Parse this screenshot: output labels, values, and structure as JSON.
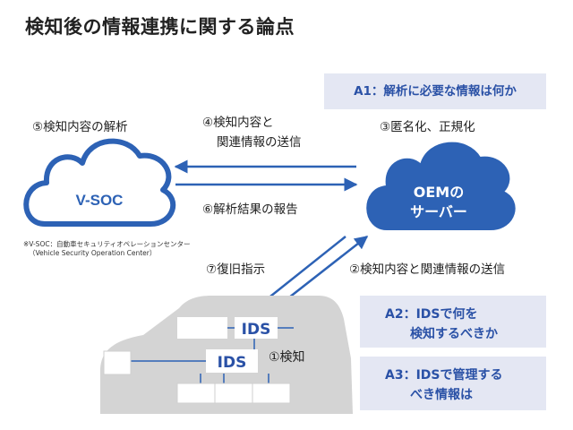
{
  "title": "検知後の情報連携に関する論点",
  "questions": {
    "a1": "A1：解析に必要な情報は何か",
    "a2": [
      "A2：IDSで何を",
      "検知するべきか"
    ],
    "a3": [
      "A3：IDSで管理する",
      "べき情報は"
    ]
  },
  "clouds": {
    "vsoc": "V-SOC",
    "oem": [
      "OEMの",
      "サーバー"
    ]
  },
  "steps": {
    "s1": "①検知",
    "s2": "②検知内容と関連情報の送信",
    "s3": "③匿名化、正規化",
    "s4": [
      "④検知内容と",
      "関連情報の送信"
    ],
    "s5": "⑤検知内容の解析",
    "s6": "⑥解析結果の報告",
    "s7": "⑦復旧指示"
  },
  "ids": {
    "top": "IDS",
    "middle": "IDS"
  },
  "footnote": [
    "※V-SOC：自動車セキュリティオペレーションセンター",
    "（Vehicle Security Operation Center）"
  ],
  "colors": {
    "accent": "#2a51a6",
    "cloud": "#2d62b5",
    "car": "#d4d4d4",
    "question_bg": "#e4e7f3"
  }
}
